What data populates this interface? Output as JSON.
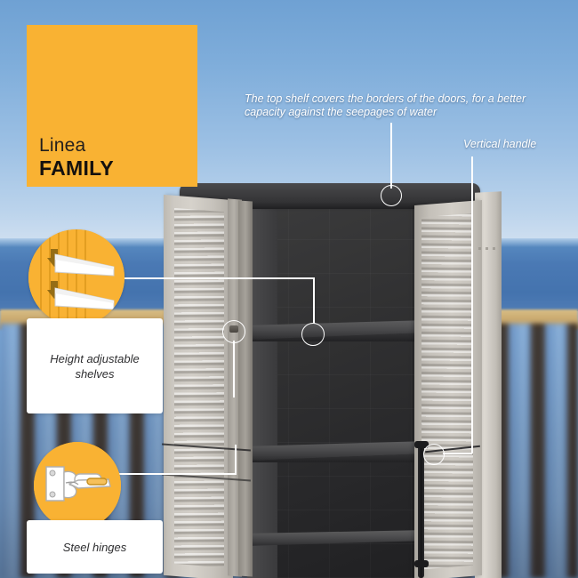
{
  "brand": {
    "line_label": "Linea",
    "family_label": "FAMILY"
  },
  "annotations": {
    "top_shelf": "The top shelf covers the borders of the doors, for a better\ncapacity against the seepages of water",
    "vertical_handle": "Vertical handle"
  },
  "callouts": [
    {
      "id": "height-adjustable-shelves",
      "label": "Height adjustable\nshelves",
      "icon": "adjustable-shelves-icon"
    },
    {
      "id": "steel-hinges",
      "label": "Steel hinges",
      "icon": "steel-hinge-icon"
    }
  ],
  "product": {
    "name": "outdoor-storage-cabinet",
    "parts": {
      "top_cover": "cabinet-top-cover",
      "left_door": "cabinet-left-door",
      "right_door": "cabinet-right-door",
      "handle": "cabinet-vertical-handle",
      "shelves": [
        "shelf-top",
        "shelf-middle",
        "shelf-bottom"
      ]
    }
  },
  "colors": {
    "brand_yellow": "#f9b233",
    "callout_white": "#ffffff",
    "text_dark": "#231f1c",
    "cabinet_body": "#d3cfc8",
    "cabinet_dark": "#2e2e30",
    "sky_blue": "#6fa1d3",
    "sea_blue": "#4a79b4",
    "sand": "#c9a86c"
  },
  "scene": {
    "background": "seaside-balcony-railing-background",
    "sky": "sky-gradient",
    "sea": "sea-horizon",
    "railing": "wooden-railing"
  }
}
